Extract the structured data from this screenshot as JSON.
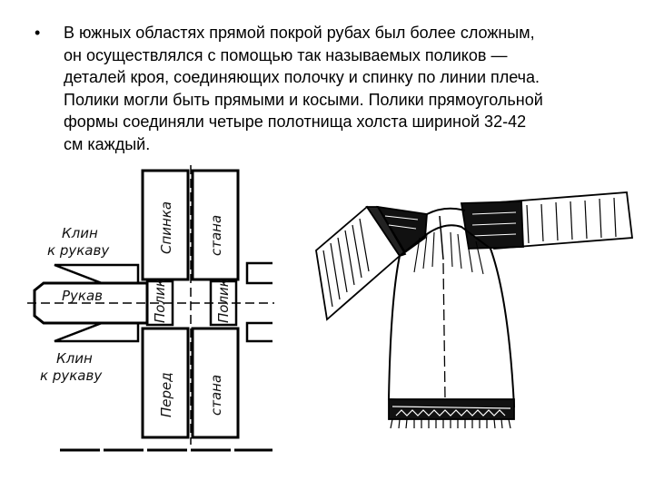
{
  "slide": {
    "bullet": "•",
    "lines": [
      "В южных областях прямой покрой рубах был более сложным,",
      "он осуществлялся с помощью так называемых поликов —",
      "деталей кроя, соединяющих полочку и спинку по линии плеча.",
      "Полики могли быть прямыми и косыми. Полики прямоугольной",
      "формы соединяли четыре полотнища холста шириной 32-42",
      "см каждый."
    ]
  },
  "pattern_diagram": {
    "labels": {
      "spinka": "Спинка",
      "stana_top": "стана",
      "klin_top": "Клин",
      "k_rukavu_top": "к рукаву",
      "rukav": "Рукав",
      "polik_left": "Полик",
      "polik_right": "Полик",
      "klin_bottom": "Клин",
      "k_rukavu_bottom": "к рукаву",
      "pered": "Перед",
      "stana_bottom": "стана"
    }
  }
}
